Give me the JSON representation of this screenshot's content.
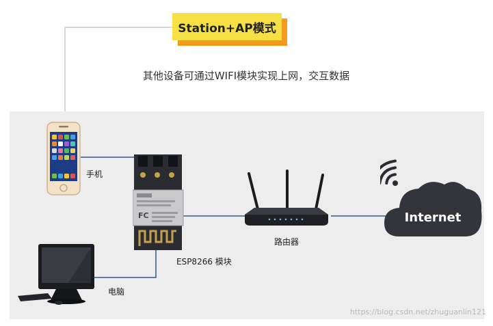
{
  "header": {
    "mode_label": "Station+AP模式",
    "description": "其他设备可通过WIFI模块实现上网，交互数据"
  },
  "devices": {
    "phone_label": "手机",
    "module_label": "ESP8266 模块",
    "router_label": "路由器",
    "computer_label": "电脑",
    "cloud_label": "Internet"
  },
  "watermark": "https://blog.csdn.net/zhuguanlin121",
  "colors": {
    "link_line": "#2f5a8c",
    "badge_fill": "#f7e043",
    "badge_shadow": "#f19a1b",
    "cloud": "#34353b"
  }
}
